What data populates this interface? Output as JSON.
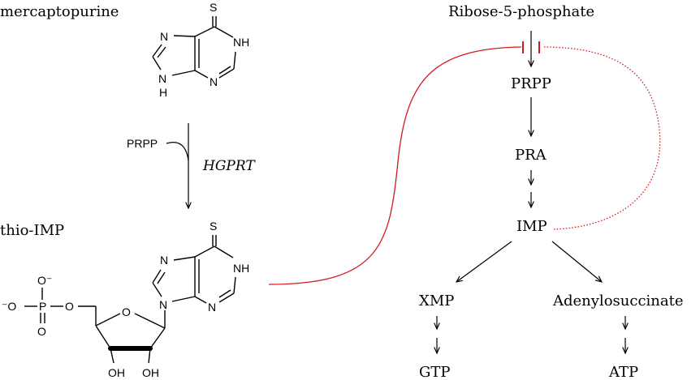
{
  "labels": {
    "mercaptopurine": "mercaptopurine",
    "prpp_small": "PRPP",
    "enzyme": "HGPRT",
    "thio_imp": "thio-IMP",
    "ribose": "Ribose-5-phosphate",
    "prpp": "PRPP",
    "pra": "PRA",
    "imp": "IMP",
    "xmp": "XMP",
    "adenylosuccinate": "Adenylosuccinate",
    "gtp": "GTP",
    "atp": "ATP"
  },
  "atoms": {
    "S": "S",
    "N": "N",
    "NH": "NH",
    "H": "H",
    "O": "O",
    "P": "P",
    "OH": "OH",
    "O_minus": "O⁻",
    "minus_O": "⁻O"
  },
  "colors": {
    "inhibition": "#d11b1b",
    "ink": "#000000"
  }
}
